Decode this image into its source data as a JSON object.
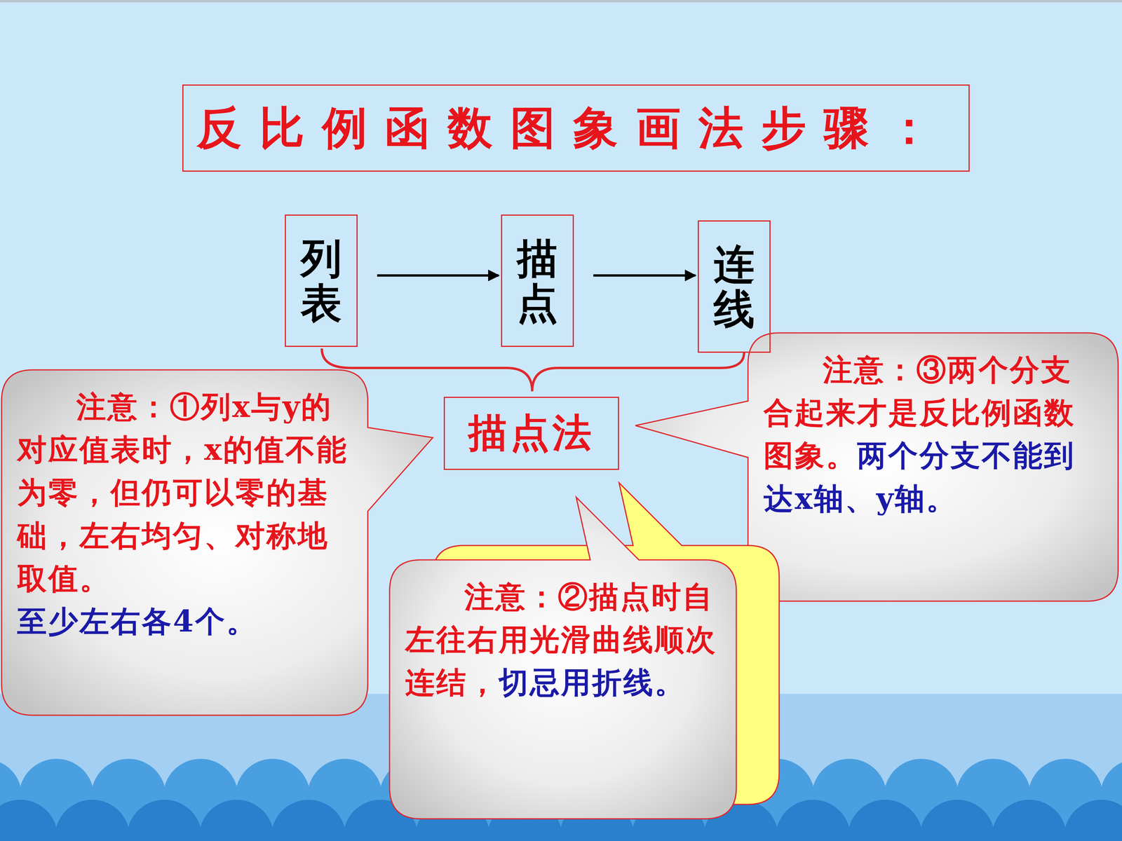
{
  "diagram": {
    "title": "反比例函数图象画法步骤：",
    "nodes": [
      {
        "text": [
          "列表"
        ]
      },
      {
        "text": [
          "描点"
        ]
      },
      {
        "text": [
          "连线"
        ]
      },
      {
        "text": [
          "描点法"
        ]
      },
      {
        "text": [
          "注意：①列x与y的对应值表时，x的值不能为零，但仍可以零的基础，左右均匀、对称地取值。",
          "至少左右各4个。"
        ]
      },
      {
        "text": [
          "注意：③两个分支合起来才是反比例函数图象。",
          "两个分支不能到达x轴、y轴。"
        ]
      },
      {
        "text": [
          "注意：②描点时自左往右用光滑曲线顺次连结，",
          "切忌用折线。"
        ]
      }
    ],
    "edges": [
      {
        "from": 0,
        "to": 1,
        "arrow": "to"
      },
      {
        "from": 1,
        "to": 2,
        "arrow": "to"
      }
    ]
  }
}
